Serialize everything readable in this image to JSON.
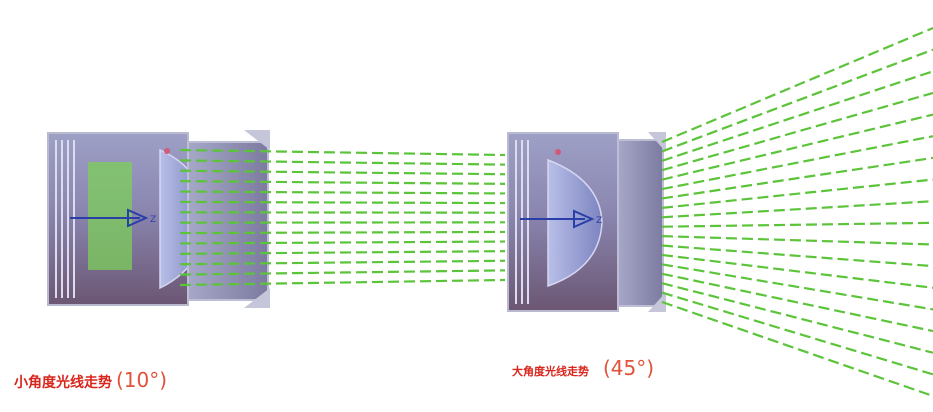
{
  "figure": {
    "left_panel": {
      "caption": "小角度光线走势",
      "angle": "(10°)",
      "axis_label": "Z"
    },
    "right_panel": {
      "caption": "大角度光线走势",
      "angle": "(45°)",
      "axis_label": "Z"
    }
  },
  "colors": {
    "ray": "#5cc43a",
    "lens_body": "#8c8cb4",
    "lens_shadow": "#6e5a78",
    "lens_rim": "#c8c8dc",
    "axis": "#2a3ea8",
    "caption": "#d9261c"
  }
}
